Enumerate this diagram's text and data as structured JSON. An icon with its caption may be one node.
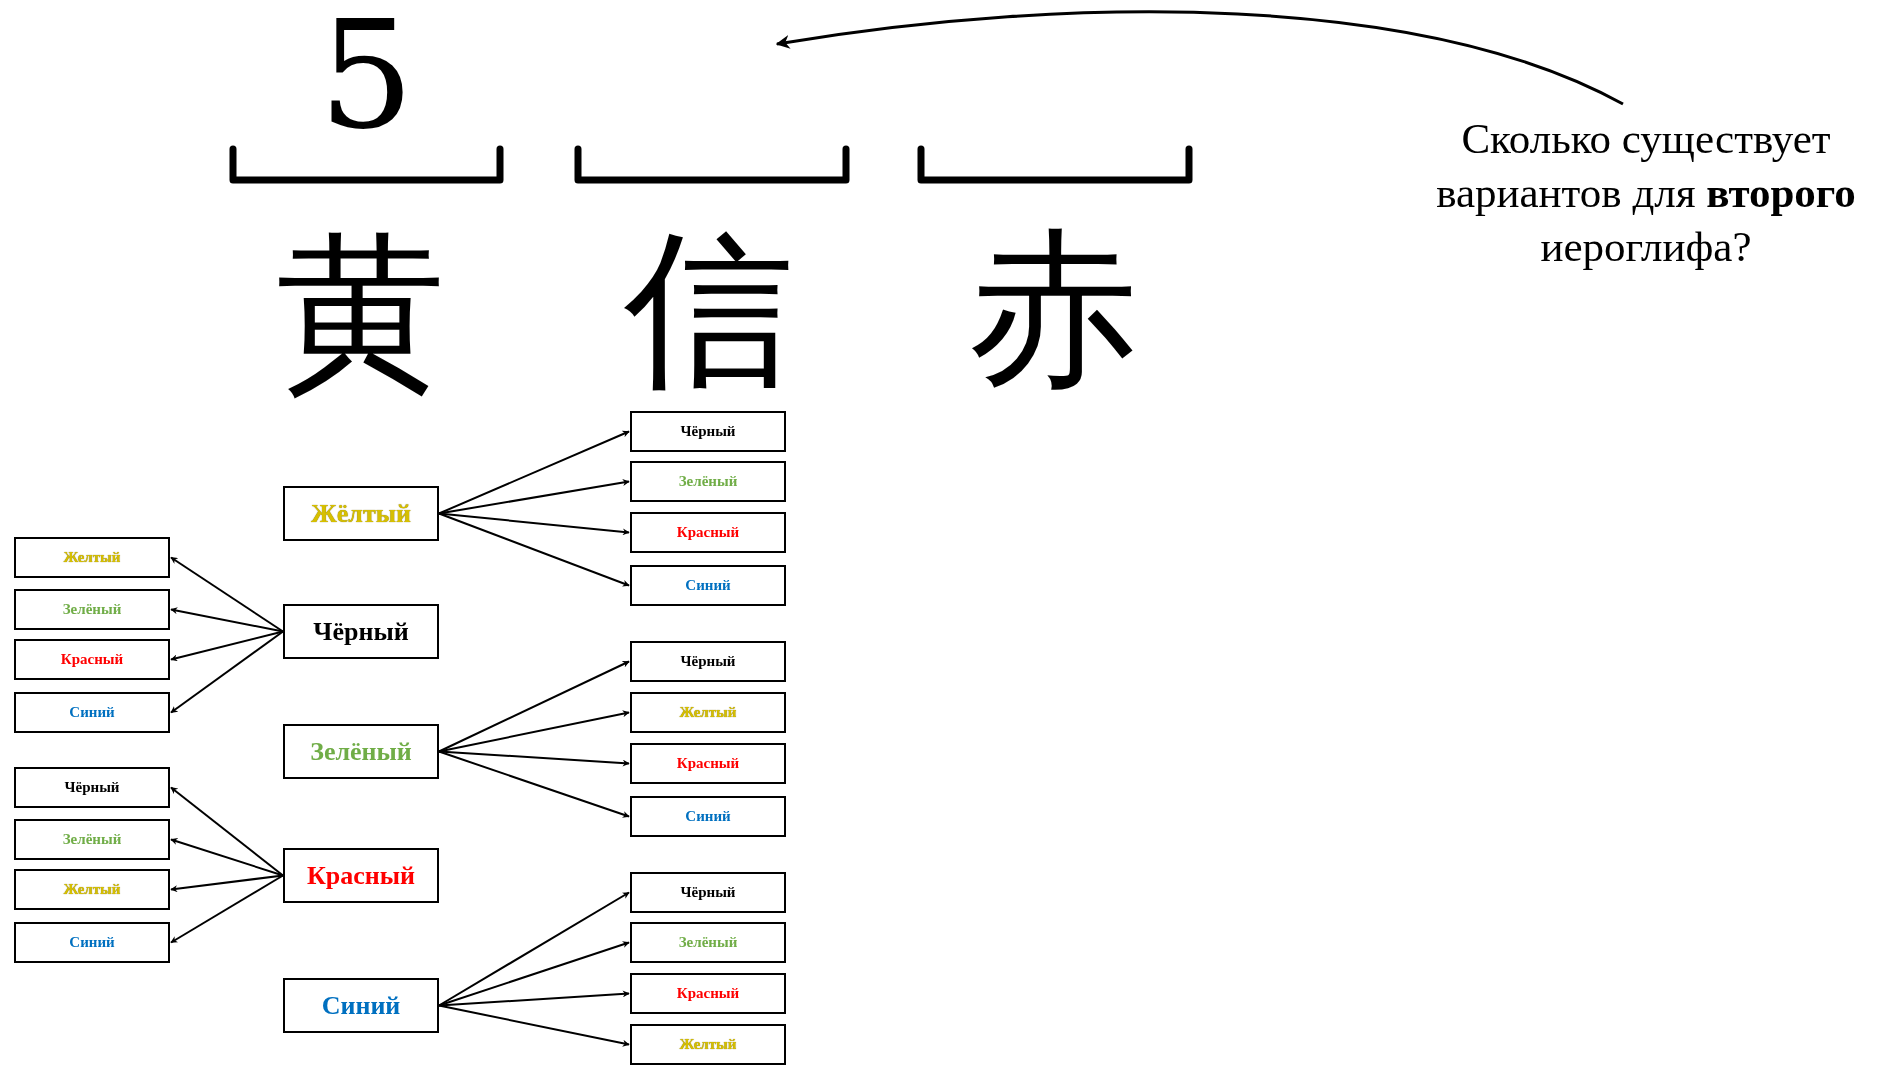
{
  "diagram": {
    "nodes": [
      {
        "text": [
          "5"
        ]
      },
      {
        "text": [],
        "shape": "bar"
      },
      {
        "text": [],
        "shape": "bar"
      },
      {
        "text": [
          "Сколько существует вариантов для **второго** иероглифа?"
        ]
      },
      {
        "text": [
          "Жёлтый"
        ]
      },
      {
        "text": [
          "Чёрный"
        ]
      },
      {
        "text": [
          "Зелёный"
        ]
      },
      {
        "text": [
          "Красный"
        ]
      },
      {
        "text": [
          "Синий"
        ]
      },
      {
        "text": [
          "Желтый"
        ]
      },
      {
        "text": [
          "Зелёный"
        ]
      },
      {
        "text": [
          "Красный"
        ]
      },
      {
        "text": [
          "Синий"
        ]
      },
      {
        "text": [
          "Чёрный"
        ]
      },
      {
        "text": [
          "Зелёный"
        ]
      },
      {
        "text": [
          "Желтый"
        ]
      },
      {
        "text": [
          "Синий"
        ]
      },
      {
        "text": [
          "Чёрный"
        ]
      },
      {
        "text": [
          "Зелёный"
        ]
      },
      {
        "text": [
          "Красный"
        ]
      },
      {
        "text": [
          "Синий"
        ]
      },
      {
        "text": [
          "Чёрный"
        ]
      },
      {
        "text": [
          "Желтый"
        ]
      },
      {
        "text": [
          "Красный"
        ]
      },
      {
        "text": [
          "Синий"
        ]
      },
      {
        "text": [
          "Чёрный"
        ]
      },
      {
        "text": [
          "Зелёный"
        ]
      },
      {
        "text": [
          "Красный"
        ]
      },
      {
        "text": [
          "Желтый"
        ]
      }
    ],
    "edges": [
      {
        "from": 3,
        "to": 1,
        "arrow": "to"
      },
      {
        "from": 4,
        "to": 17,
        "arrow": "to"
      },
      {
        "from": 4,
        "to": 18,
        "arrow": "to"
      },
      {
        "from": 4,
        "to": 19,
        "arrow": "to"
      },
      {
        "from": 4,
        "to": 20,
        "arrow": "to"
      },
      {
        "from": 5,
        "to": 9,
        "arrow": "to"
      },
      {
        "from": 5,
        "to": 10,
        "arrow": "to"
      },
      {
        "from": 5,
        "to": 11,
        "arrow": "to"
      },
      {
        "from": 5,
        "to": 12,
        "arrow": "to"
      },
      {
        "from": 6,
        "to": 21,
        "arrow": "to"
      },
      {
        "from": 6,
        "to": 22,
        "arrow": "to"
      },
      {
        "from": 6,
        "to": 23,
        "arrow": "to"
      },
      {
        "from": 6,
        "to": 24,
        "arrow": "to"
      },
      {
        "from": 7,
        "to": 13,
        "arrow": "to"
      },
      {
        "from": 7,
        "to": 14,
        "arrow": "to"
      },
      {
        "from": 7,
        "to": 15,
        "arrow": "to"
      },
      {
        "from": 7,
        "to": 16,
        "arrow": "to"
      },
      {
        "from": 8,
        "to": 25,
        "arrow": "to"
      },
      {
        "from": 8,
        "to": 26,
        "arrow": "to"
      },
      {
        "from": 8,
        "to": 27,
        "arrow": "to"
      },
      {
        "from": 8,
        "to": 28,
        "arrow": "to"
      }
    ],
    "labels": [
      "黄",
      "信",
      "赤"
    ]
  }
}
